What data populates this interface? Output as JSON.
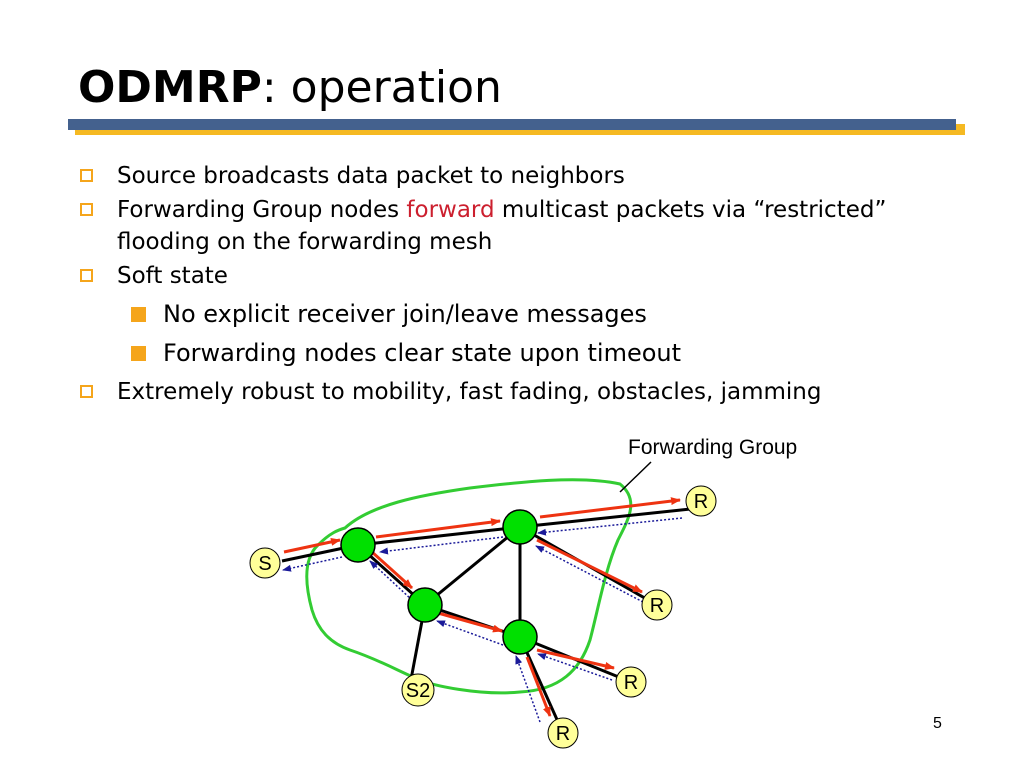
{
  "slide": {
    "title_bold": "ODMRP",
    "title_rest": ": operation",
    "page_number": "5"
  },
  "bullets": [
    {
      "text": "Source broadcasts data packet to neighbors"
    },
    {
      "pre": "Forwarding Group nodes ",
      "highlight": "forward",
      "post": " multicast packets via “restricted” flooding on the forwarding mesh"
    },
    {
      "text": "Soft state"
    }
  ],
  "sub_bullets": [
    {
      "text": "No explicit receiver join/leave messages"
    },
    {
      "text": "Forwarding nodes clear state upon timeout"
    }
  ],
  "last_bullet": {
    "text": "Extremely robust to mobility, fast fading, obstacles, jamming"
  },
  "diagram": {
    "forwarding_group_label": "Forwarding Group",
    "source_label": "S",
    "source2_label": "S2",
    "receiver_label": "R"
  },
  "colors": {
    "accent_orange": "#f5a51b",
    "rule_blue": "#44618e",
    "highlight_red": "#cc1f2e",
    "node_green": "#00e000",
    "mesh_outline_green": "#33cc33",
    "arrow_red": "#ee3311",
    "endpoint_yellow": "#ffff99"
  }
}
